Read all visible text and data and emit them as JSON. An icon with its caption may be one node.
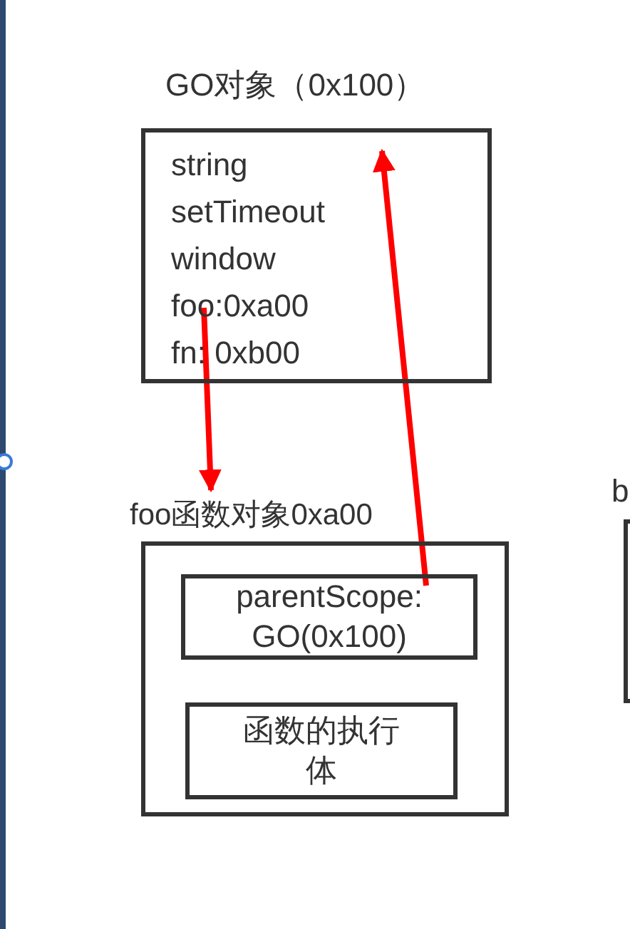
{
  "diagram": {
    "nodes": [
      {
        "text": [
          "GO对象（0x100）",
          "string",
          "setTimeout",
          "window",
          "foo:0xa00",
          "fn: 0xb00"
        ]
      },
      {
        "text": [
          "foo函数对象0xa00"
        ]
      },
      {
        "text": [
          "parentScope: GO(0x100)"
        ],
        "in": 1
      },
      {
        "text": [
          "函数的执行体"
        ],
        "in": 1
      }
    ],
    "edges": [
      {
        "from": 0,
        "to": 1,
        "arrow": "to"
      },
      {
        "from": 2,
        "to": 0,
        "arrow": "to"
      }
    ],
    "labels": [
      "b"
    ]
  }
}
